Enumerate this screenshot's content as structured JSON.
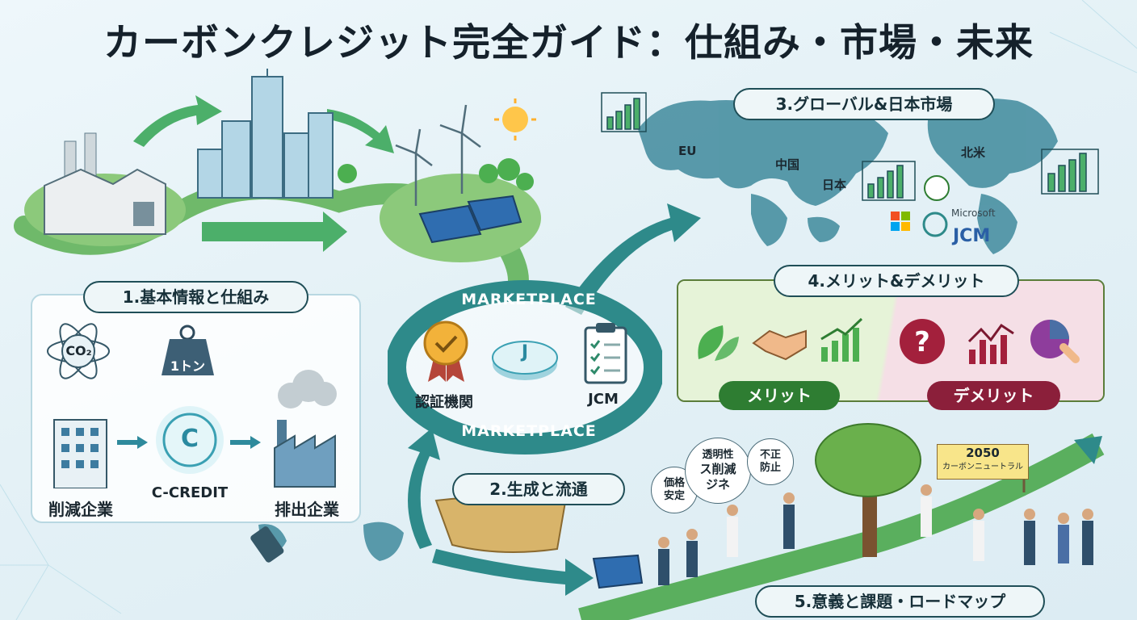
{
  "title": "カーボンクレジット完全ガイド：仕組み・市場・未来",
  "section1": {
    "heading": "1.基本情報と仕組み",
    "co2": "CO₂",
    "weight": "1トン",
    "coin_letter": "C",
    "reducer": "削減企業",
    "credit": "C-CREDIT",
    "emitter": "排出企業"
  },
  "section2": {
    "heading": "2.生成と流通",
    "marketplace_top": "MARKETPLACE",
    "marketplace_bottom": "MARKETPLACE",
    "certification": "認証機関",
    "coin_letter": "J",
    "jcm": "JCM"
  },
  "section3": {
    "heading": "3.グローバル&日本市場",
    "regions": {
      "eu": "EU",
      "china": "中国",
      "japan": "日本",
      "north_america": "北米"
    },
    "microsoft": "Microsoft",
    "jcm": "JCM"
  },
  "section4": {
    "heading": "4.メリット&デメリット",
    "merit": "メリット",
    "demerit": "デメリット",
    "merit_color": "#2e7d32",
    "demerit_color": "#8b1f3a"
  },
  "section5": {
    "heading": "5.意義と課題・ロードマップ",
    "bubbles": {
      "price": "価格安定",
      "transparency": "透明性",
      "reduction": "ス削減\nジネ",
      "fraud": "不正防止"
    },
    "flag_year": "2050",
    "flag_text": "カーボンニュートラル"
  },
  "icons": [
    "factory-icon",
    "city-icon",
    "wind-turbine-icon",
    "solar-panel-icon",
    "sun-icon",
    "chart-icon",
    "atom-icon",
    "weight-icon",
    "building-icon",
    "coin-icon",
    "medal-icon",
    "clipboard-icon",
    "leaf-icon",
    "handshake-icon",
    "question-icon",
    "pie-chart-icon",
    "tree-icon",
    "usb-icon"
  ]
}
